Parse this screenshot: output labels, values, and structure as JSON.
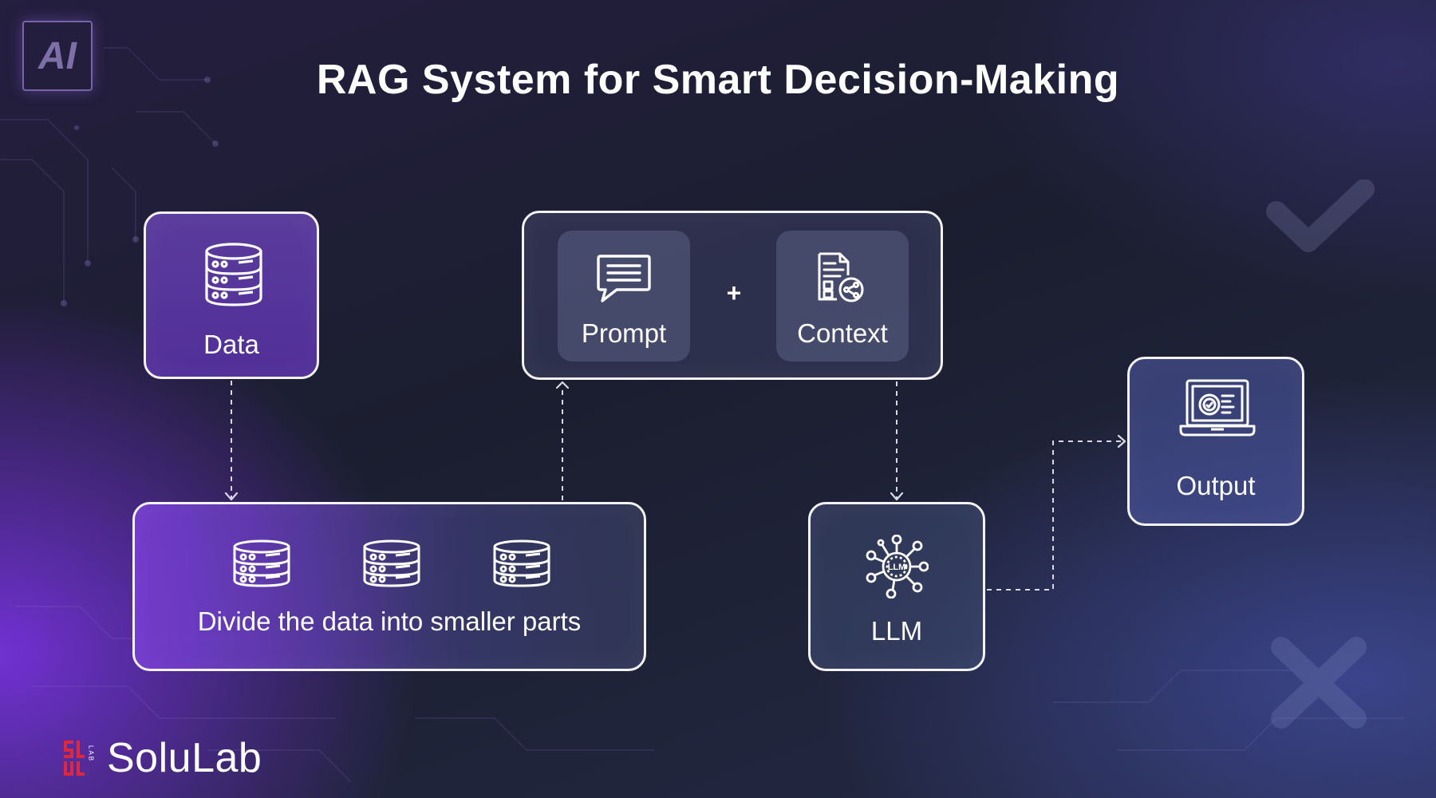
{
  "title": "RAG System for Smart Decision-Making",
  "badge": "AI",
  "nodes": {
    "data": {
      "label": "Data",
      "icon": "database-icon"
    },
    "divide": {
      "label": "Divide the data into smaller parts",
      "icon": "database-icon"
    },
    "prompt": {
      "label": "Prompt",
      "icon": "chat-icon"
    },
    "plus": "+",
    "context": {
      "label": "Context",
      "icon": "document-share-icon"
    },
    "llm": {
      "label": "LLM",
      "icon": "llm-network-icon",
      "icon_text": "LLM"
    },
    "output": {
      "label": "Output",
      "icon": "laptop-dashboard-icon"
    }
  },
  "brand": {
    "name": "SoluLab",
    "mark_text": "LAB"
  },
  "colors": {
    "accent_purple": "#7a3ddc",
    "box_border": "#f2f2f7",
    "logo_red": "#e0283c"
  }
}
